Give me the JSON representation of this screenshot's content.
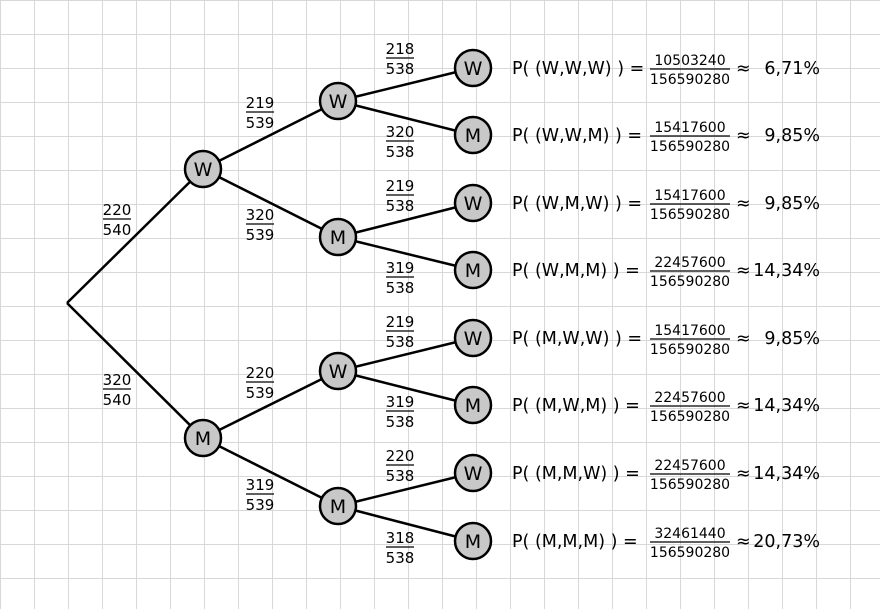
{
  "grid_color": "#d8d8d8",
  "node_fill": "#c8c8c8",
  "tree": {
    "level1": [
      {
        "label": "W",
        "prob": {
          "num": "220",
          "den": "540"
        }
      },
      {
        "label": "M",
        "prob": {
          "num": "320",
          "den": "540"
        }
      }
    ],
    "level2": [
      {
        "label": "W",
        "prob": {
          "num": "219",
          "den": "539"
        }
      },
      {
        "label": "M",
        "prob": {
          "num": "320",
          "den": "539"
        }
      },
      {
        "label": "W",
        "prob": {
          "num": "220",
          "den": "539"
        }
      },
      {
        "label": "M",
        "prob": {
          "num": "319",
          "den": "539"
        }
      }
    ],
    "level3": [
      {
        "label": "W",
        "prob": {
          "num": "218",
          "den": "538"
        }
      },
      {
        "label": "M",
        "prob": {
          "num": "320",
          "den": "538"
        }
      },
      {
        "label": "W",
        "prob": {
          "num": "219",
          "den": "538"
        }
      },
      {
        "label": "M",
        "prob": {
          "num": "319",
          "den": "538"
        }
      },
      {
        "label": "W",
        "prob": {
          "num": "219",
          "den": "538"
        }
      },
      {
        "label": "M",
        "prob": {
          "num": "319",
          "den": "538"
        }
      },
      {
        "label": "W",
        "prob": {
          "num": "220",
          "den": "538"
        }
      },
      {
        "label": "M",
        "prob": {
          "num": "318",
          "den": "538"
        }
      }
    ]
  },
  "results": [
    {
      "expr": "P( (W,W,W) ) =",
      "num": "10503240",
      "den": "156590280",
      "approx": "≈",
      "pct": "6,71%"
    },
    {
      "expr": "P( (W,W,M) ) =",
      "num": "15417600",
      "den": "156590280",
      "approx": "≈",
      "pct": "9,85%"
    },
    {
      "expr": "P( (W,M,W) ) =",
      "num": "15417600",
      "den": "156590280",
      "approx": "≈",
      "pct": "9,85%"
    },
    {
      "expr": "P( (W,M,M) ) =",
      "num": "22457600",
      "den": "156590280",
      "approx": "≈",
      "pct": "14,34%"
    },
    {
      "expr": "P( (M,W,W) ) =",
      "num": "15417600",
      "den": "156590280",
      "approx": "≈",
      "pct": "9,85%"
    },
    {
      "expr": "P( (M,W,M) ) =",
      "num": "22457600",
      "den": "156590280",
      "approx": "≈",
      "pct": "14,34%"
    },
    {
      "expr": "P( (M,M,W) ) =",
      "num": "22457600",
      "den": "156590280",
      "approx": "≈",
      "pct": "14,34%"
    },
    {
      "expr": "P( (M,M,M) ) =",
      "num": "32461440",
      "den": "156590280",
      "approx": "≈",
      "pct": "20,73%"
    }
  ]
}
